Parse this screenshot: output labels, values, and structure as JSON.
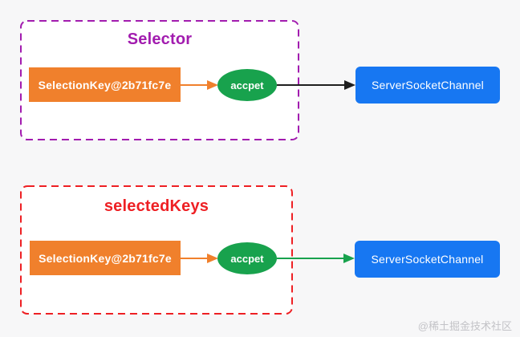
{
  "diagram": {
    "groups": [
      {
        "title": "Selector",
        "key_label": "SelectionKey@2b71fc7e",
        "event_label": "accpet",
        "target_label": "ServerSocketChannel",
        "inner_arrow_color": "#f0802c",
        "out_arrow_color": "#1f1f1f",
        "border_color": "#a21caf"
      },
      {
        "title": "selectedKeys",
        "key_label": "SelectionKey@2b71fc7e",
        "event_label": "accpet",
        "target_label": "ServerSocketChannel",
        "inner_arrow_color": "#f0802c",
        "out_arrow_color": "#18a24d",
        "border_color": "#ee2024"
      }
    ],
    "watermark": "@稀土掘金技术社区"
  },
  "colors": {
    "background": "#f7f7f8",
    "box_fill": "#ffffff",
    "purple": "#a21caf",
    "red": "#ee2024",
    "orange": "#f0802c",
    "green": "#18a24d",
    "blue": "#1777f2",
    "black": "#1f1f1f",
    "watermark": "#c3c3c7"
  }
}
